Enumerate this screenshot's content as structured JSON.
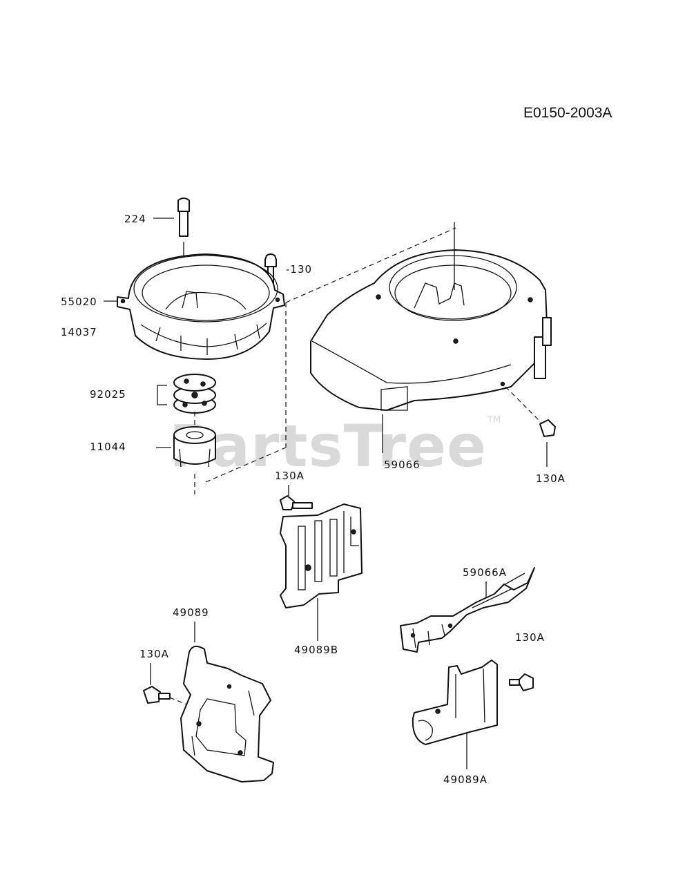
{
  "diagram": {
    "code": "E0150-2003A",
    "watermark": "PartsTree",
    "trademark": "TM",
    "labels": {
      "p224": "224",
      "p130": "-130",
      "p55020": "55020",
      "p14037": "14037",
      "p92025": "92025",
      "p11044": "11044",
      "p59066": "59066",
      "p130A_right": "130A",
      "p130A_center": "130A",
      "p49089B": "49089B",
      "p59066A": "59066A",
      "p130A_lower_right": "130A",
      "p49089": "49089",
      "p130A_left": "130A",
      "p49089A": "49089A"
    }
  }
}
